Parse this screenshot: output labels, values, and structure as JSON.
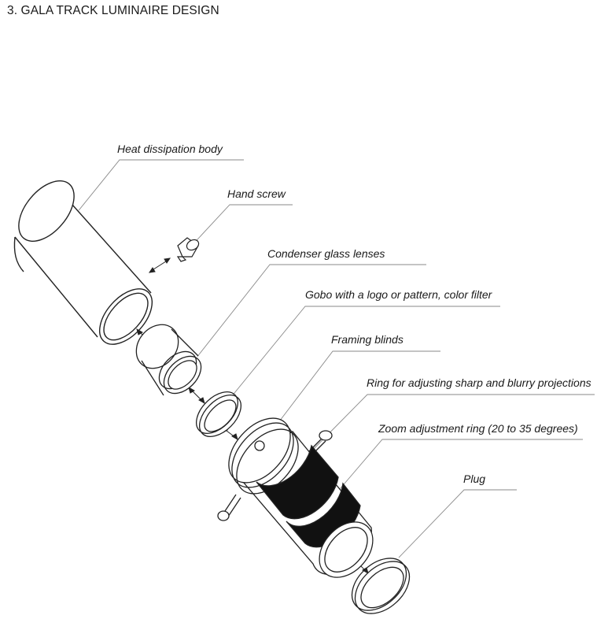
{
  "title": "3. GALA TRACK LUMINAIRE DESIGN",
  "labels": {
    "heat_body": "Heat dissipation body",
    "hand_screw": "Hand screw",
    "condenser": "Condenser glass lenses",
    "gobo": "Gobo with a logo or pattern, color filter",
    "framing": "Framing blinds",
    "ring_sharp": "Ring for adjusting sharp and blurry projections",
    "zoom_ring": "Zoom adjustment ring (20 to 35 degrees)",
    "plug": "Plug"
  },
  "colors": {
    "line": "#222222",
    "leader": "#8a8a8a",
    "fill_dark": "#111111"
  }
}
